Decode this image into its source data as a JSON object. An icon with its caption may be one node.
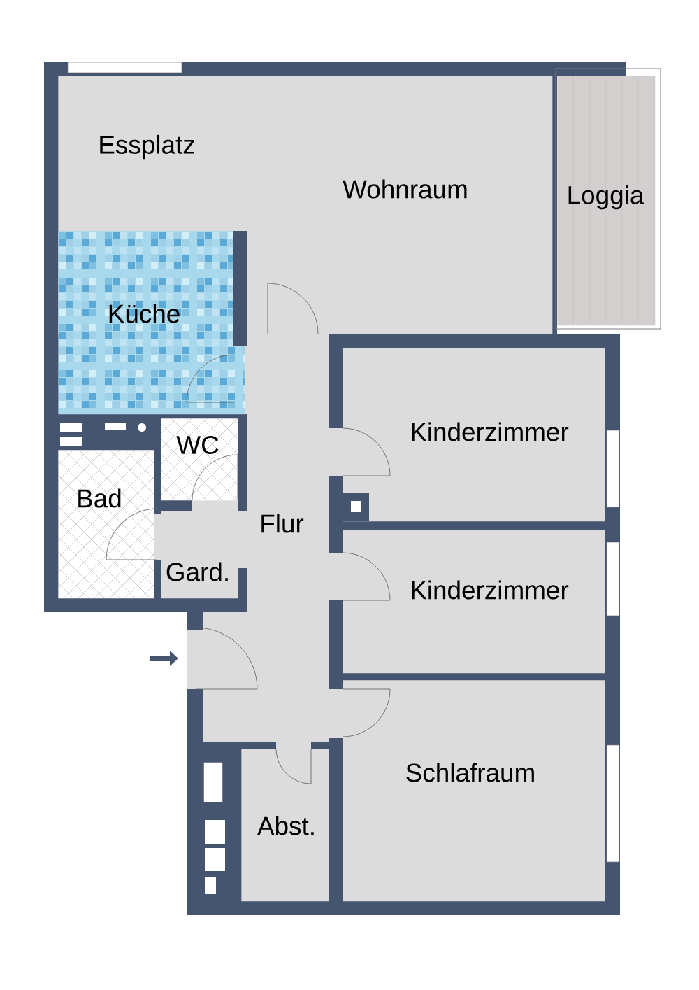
{
  "diagram": {
    "nodes": [
      {
        "text": [
          "Essplatz",
          "Wohnraum"
        ]
      },
      {
        "text": [
          "Loggia"
        ]
      },
      {
        "text": [
          "Küche"
        ]
      },
      {
        "text": [
          "WC"
        ]
      },
      {
        "text": [
          "Bad"
        ]
      },
      {
        "text": [
          "Flur"
        ]
      },
      {
        "text": [
          "Gard."
        ]
      },
      {
        "text": [
          "Kinderzimmer"
        ]
      },
      {
        "text": [
          "Kinderzimmer"
        ]
      },
      {
        "text": [
          "Schlafraum"
        ]
      },
      {
        "text": [
          "Abst."
        ]
      }
    ]
  }
}
